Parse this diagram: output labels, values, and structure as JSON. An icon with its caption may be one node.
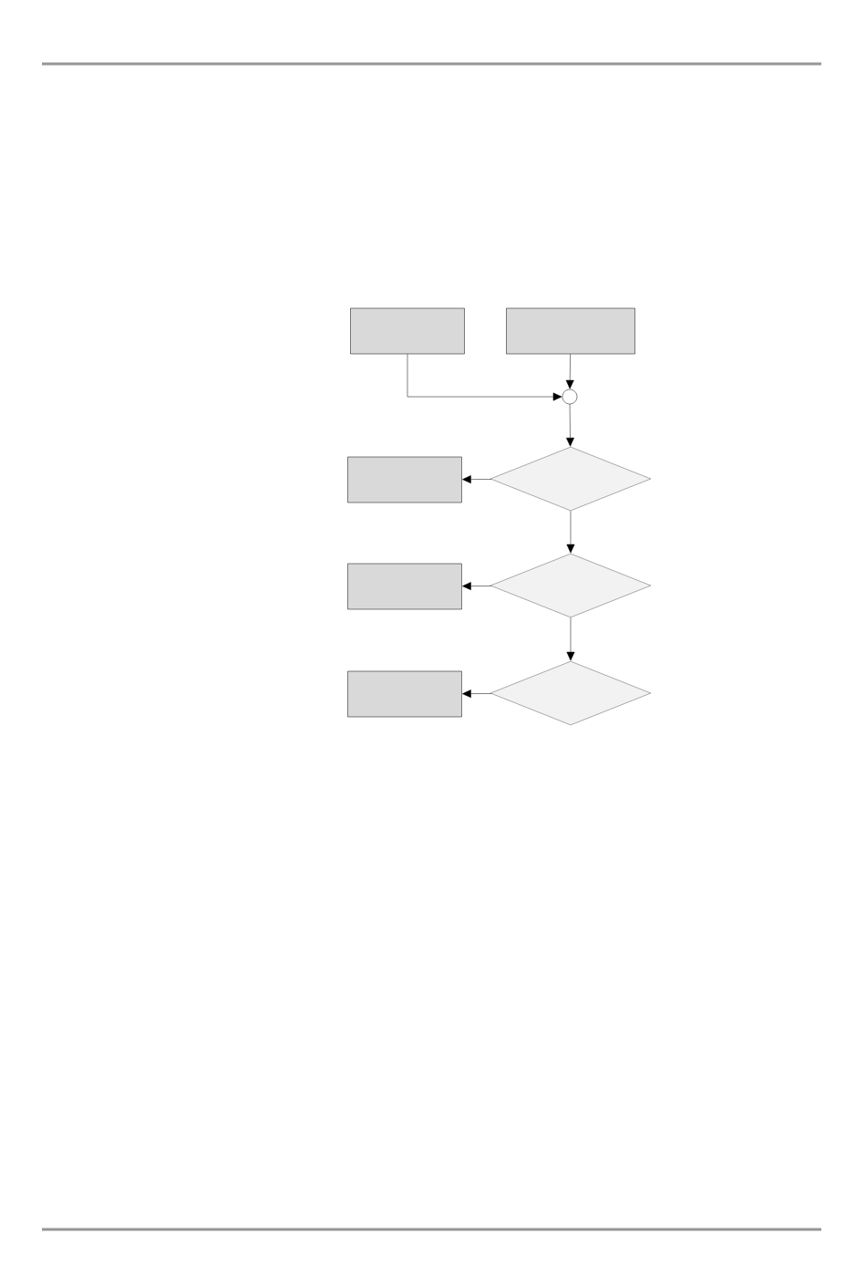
{
  "diagram": {
    "nodes": [
      {
        "text": [],
        "shape": "box"
      },
      {
        "text": [],
        "shape": "box"
      },
      {
        "text": [],
        "shape": "circle"
      },
      {
        "text": [],
        "shape": "box"
      },
      {
        "text": [],
        "shape": "diamond"
      },
      {
        "text": [],
        "shape": "box"
      },
      {
        "text": [],
        "shape": "diamond"
      },
      {
        "text": [],
        "shape": "box"
      },
      {
        "text": [],
        "shape": "diamond"
      }
    ],
    "edges": [
      {
        "from": 0,
        "to": 2,
        "arrow": "to"
      },
      {
        "from": 1,
        "to": 2,
        "arrow": "to"
      },
      {
        "from": 2,
        "to": 4,
        "arrow": "to"
      },
      {
        "from": 4,
        "to": 3,
        "arrow": "to"
      },
      {
        "from": 4,
        "to": 6,
        "arrow": "to"
      },
      {
        "from": 6,
        "to": 5,
        "arrow": "to"
      },
      {
        "from": 6,
        "to": 8,
        "arrow": "to"
      },
      {
        "from": 8,
        "to": 7,
        "arrow": "to"
      }
    ]
  }
}
